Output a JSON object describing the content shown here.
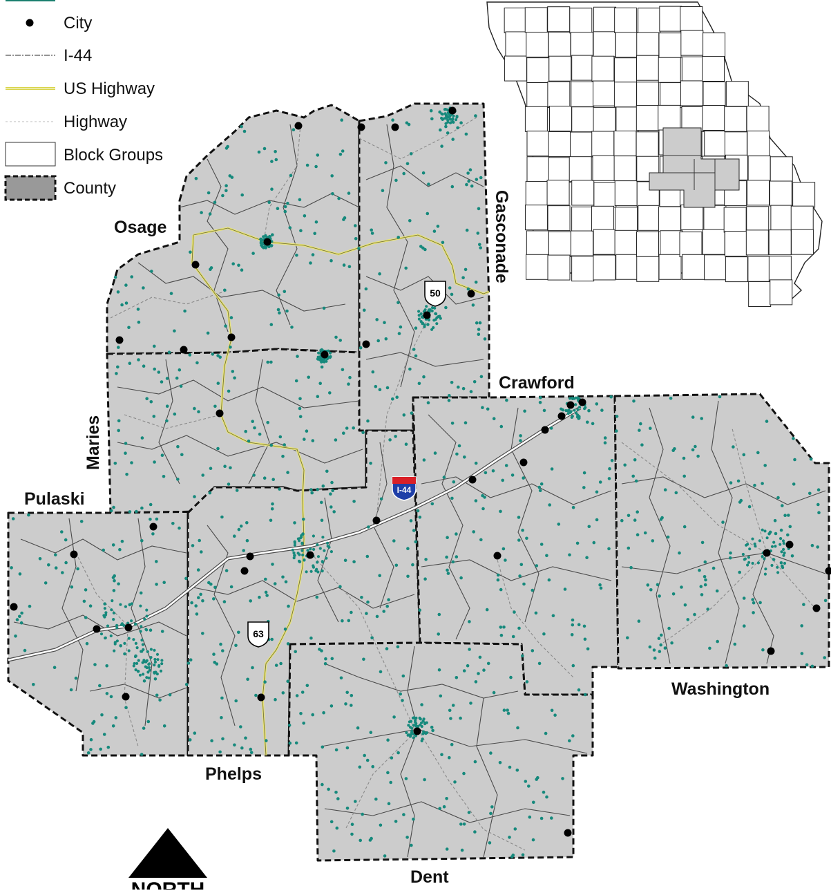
{
  "legend": {
    "items": [
      {
        "key": "city",
        "label": "City"
      },
      {
        "key": "i44",
        "label": "I-44"
      },
      {
        "key": "us_highway",
        "label": "US Highway"
      },
      {
        "key": "highway",
        "label": "Highway"
      },
      {
        "key": "block_groups",
        "label": "Block Groups"
      },
      {
        "key": "county",
        "label": "County"
      }
    ]
  },
  "counties": {
    "osage": "Osage",
    "gasconade": "Gasconade",
    "maries": "Maries",
    "pulaski": "Pulaski",
    "crawford": "Crawford",
    "washington": "Washington",
    "phelps": "Phelps",
    "dent": "Dent"
  },
  "shields": {
    "us50": "50",
    "us63": "63",
    "i44": "I-44"
  },
  "north_arrow": {
    "label": "NORTH"
  },
  "colors": {
    "county_fill": "#cccccc",
    "block_point": "#16897c",
    "city_point": "#000000",
    "us_highway": "#e6e27a",
    "interstate_shield_top": "#d92027",
    "interstate_shield_body": "#1f3fa8"
  }
}
